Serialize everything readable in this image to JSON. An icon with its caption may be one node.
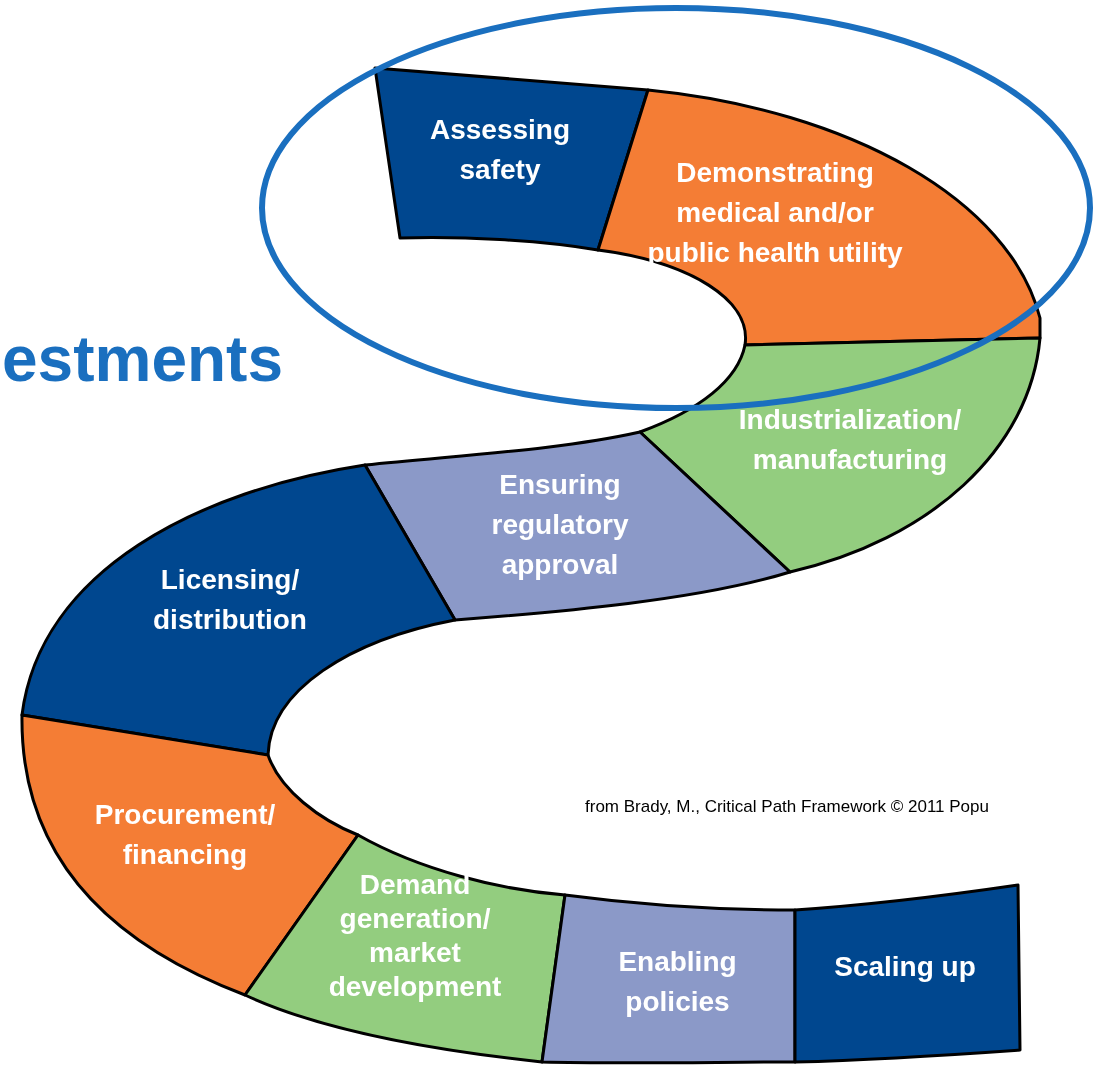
{
  "diagram": {
    "title": "estments",
    "nodes": [
      {
        "text": [
          "Assessing safety"
        ]
      },
      {
        "text": [
          "Demonstrating medical and/or public health utility"
        ]
      },
      {
        "text": [
          "Industrialization/ manufacturing"
        ]
      },
      {
        "text": [
          "Ensuring regulatory approval"
        ]
      },
      {
        "text": [
          "Licensing/ distribution"
        ]
      },
      {
        "text": [
          "Procurement/ financing"
        ]
      },
      {
        "text": [
          "Demand generation/ market development"
        ]
      },
      {
        "text": [
          "Enabling policies"
        ]
      },
      {
        "text": [
          "Scaling up"
        ]
      }
    ],
    "labels": [
      "from Brady, M., Critical Path Framework © 2011 Popu"
    ]
  }
}
